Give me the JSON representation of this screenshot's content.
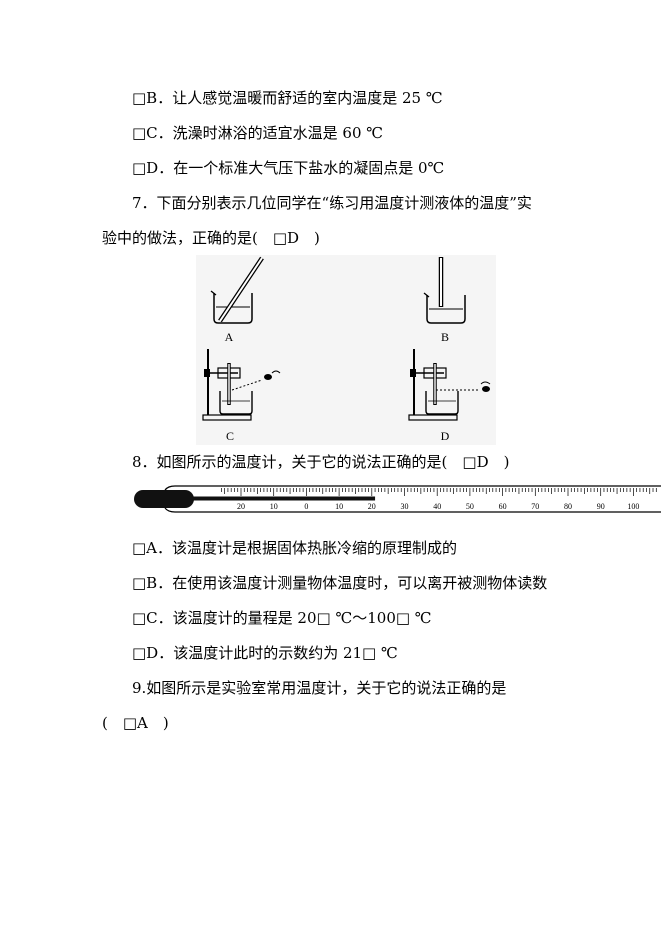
{
  "lines": {
    "q6_b": "□B．让人感觉温暖而舒适的室内温度是 25 ℃",
    "q6_c": "□C．洗澡时淋浴的适宜水温是 60 ℃",
    "q6_d": "□D．在一个标准大气压下盐水的凝固点是 0℃",
    "q7_stem_1": "7．下面分别表示几位同学在“练习用温度计测液体的温度”实",
    "q7_stem_2": "验中的做法，正确的是(　□D　)",
    "q8_stem": "8．如图所示的温度计，关于它的说法正确的是(　□D　)",
    "q8_a": "□A．该温度计是根据固体热胀冷缩的原理制成的",
    "q8_b": "□B．在使用该温度计测量物体温度时，可以离开被测物体读数",
    "q8_c": "□C．该温度计的量程是 20□ ℃～100□ ℃",
    "q8_d": "□D．该温度计此时的示数约为 21□ ℃",
    "q9_stem": "9.如图所示是实验室常用温度计，关于它的说法正确的是",
    "q9_answer": "(　□A　)"
  },
  "figure7": {
    "labels": [
      "A",
      "B",
      "C",
      "D"
    ]
  },
  "thermometer": {
    "tick_labels": [
      "20",
      "10",
      "0",
      "10",
      "20",
      "30",
      "40",
      "50",
      "60",
      "70",
      "80",
      "90",
      "100"
    ],
    "reading_c": 21,
    "min_c": -20,
    "max_c": 100
  }
}
